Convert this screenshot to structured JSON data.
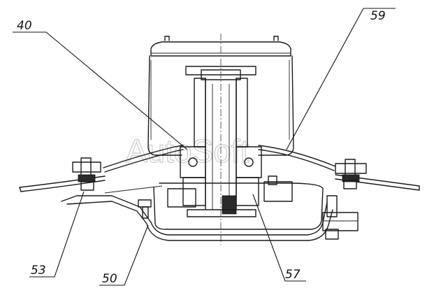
{
  "watermark": "AutoSoft",
  "callouts": [
    {
      "id": "c40",
      "label": "40"
    },
    {
      "id": "c59",
      "label": "59"
    },
    {
      "id": "c53",
      "label": "53"
    },
    {
      "id": "c50",
      "label": "50"
    },
    {
      "id": "c57",
      "label": "57"
    }
  ]
}
